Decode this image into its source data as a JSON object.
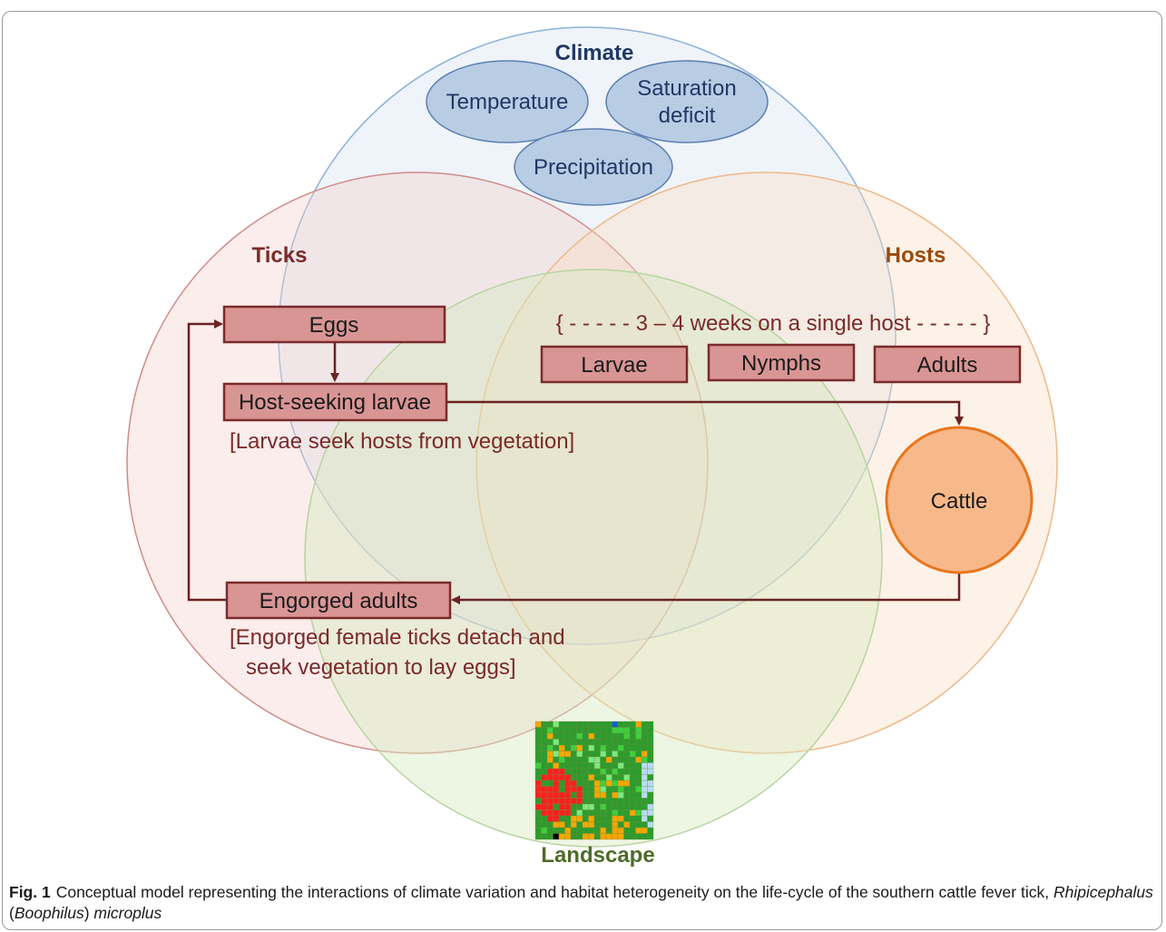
{
  "sets": {
    "climate": "Climate",
    "ticks": "Ticks",
    "hosts": "Hosts",
    "landscape": "Landscape"
  },
  "climate_factors": {
    "temperature": "Temperature",
    "saturation_line1": "Saturation",
    "saturation_line2": "deficit",
    "precipitation": "Precipitation"
  },
  "life_cycle": {
    "eggs": "Eggs",
    "host_seeking_larvae": "Host-seeking larvae",
    "larvae_note": "[Larvae seek hosts from vegetation]",
    "engorged_adults": "Engorged adults",
    "engorged_note_line1": "[Engorged female ticks detach and",
    "engorged_note_line2": "seek vegetation to lay eggs]"
  },
  "host_stages": {
    "duration": "{ - - - - - 3 – 4 weeks on a single host - - - - - }",
    "larvae": "Larvae",
    "nymphs": "Nymphs",
    "adults": "Adults"
  },
  "host": {
    "cattle": "Cattle"
  },
  "caption": {
    "label": "Fig. 1",
    "text": "Conceptual model representing the interactions of climate variation and habitat heterogeneity on the life-cycle of the southern cattle fever tick,",
    "genus": "Rhipicephalus",
    "open_paren": " (",
    "subgenus": "Boophilus",
    "close_paren": ") ",
    "species": "microplus"
  },
  "colors": {
    "climate": "#1f3864",
    "ticks": "#7a2a2a",
    "hosts": "#9a4a0a",
    "landscape": "#4e6b2a",
    "box_fill": "#d99594",
    "box_stroke": "#7a2a2a",
    "arrow": "#6b2323",
    "cattle_fill": "#f8b98a",
    "cattle_stroke": "#e8761e"
  },
  "landscape_map_colors": [
    "#2e9b2e",
    "#3fcf3f",
    "#7ee87e",
    "#ff2020",
    "#f7a600",
    "#b8dcf0",
    "#1060d0",
    "#000000"
  ]
}
